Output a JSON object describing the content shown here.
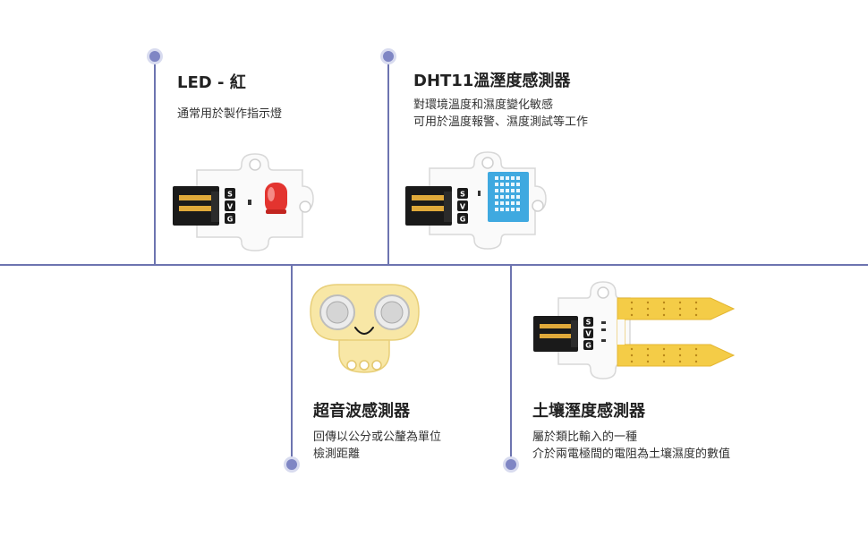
{
  "items": [
    {
      "title": "LED - 紅",
      "desc": [
        "通常用於製作指示燈"
      ]
    },
    {
      "title": "DHT11溫溼度感測器",
      "desc": [
        "對環境溫度和濕度變化敏感",
        "可用於溫度報警、濕度測試等工作"
      ]
    },
    {
      "title": "超音波感測器",
      "desc": [
        "回傳以公分或公釐為單位",
        "檢測距離"
      ]
    },
    {
      "title": "土壤溼度感測器",
      "desc": [
        "屬於類比輸入的一種",
        "介於兩電極間的電阻為土壤濕度的數值"
      ]
    }
  ],
  "pins": [
    "S",
    "V",
    "G"
  ],
  "colors": {
    "timeline": "#6d74b0",
    "led": "#e3342f",
    "dht": "#3fa9e0",
    "soil": "#f4cc47",
    "ultrasonic": "#f8e7a6"
  }
}
